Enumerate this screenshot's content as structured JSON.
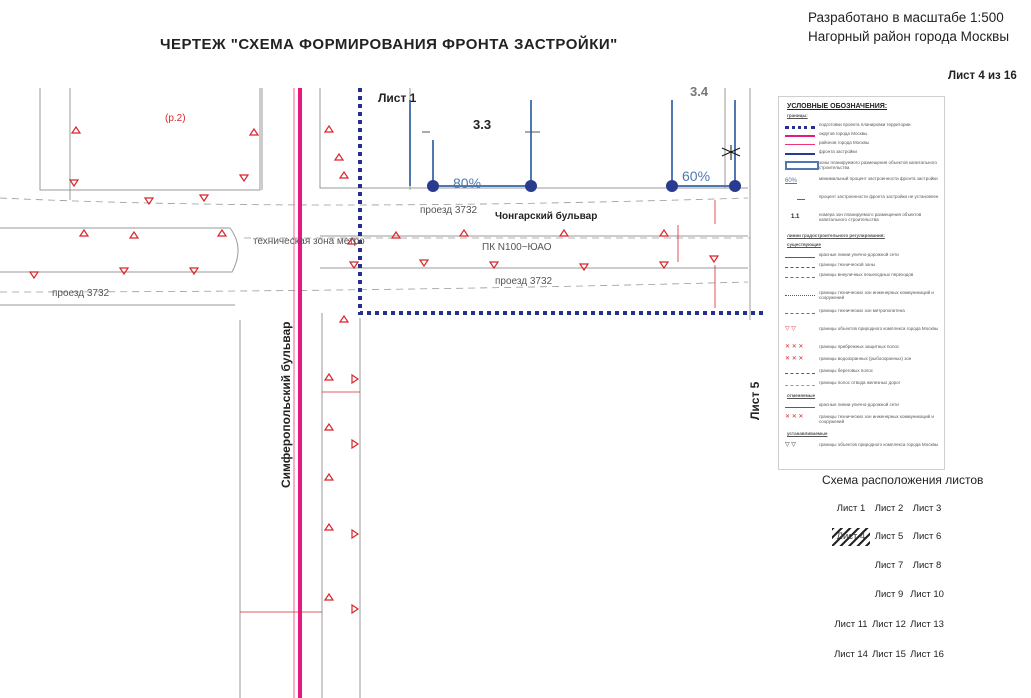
{
  "header": {
    "title": "ЧЕРТЕЖ \"СХЕМА ФОРМИРОВАНИЯ ФРОНТА ЗАСТРОЙКИ\"",
    "scale_line1": "Разработано в масштабе 1:500",
    "scale_line2": "Нагорный район города Москвы",
    "sheet_number": "Лист 4 из 16"
  },
  "map": {
    "sheet1_label": "Лист 1",
    "sheet5_label": "Лист 5",
    "simferopol_blvd": "Симферопольский бульвар",
    "chongar_blvd": "Чонгарский бульвар",
    "zone_33": "3.3",
    "zone_34": "3.4",
    "pct_80": "80%",
    "pct_60": "60%",
    "proezd_top": "проезд 3732",
    "proezd_mid": "проезд 3732",
    "proezd_left": "проезд 3732",
    "tech_zone": "техническая зона метро",
    "pk_label": "ПК N100~ЮАО",
    "p2_label": "(р.2)"
  },
  "legend": {
    "title": "УСЛОВНЫЕ ОБОЗНАЧЕНИЯ:",
    "subtitle": "границы:",
    "items": [
      {
        "text": "подготовки проекта планировки территории"
      },
      {
        "text": "округов города Москвы"
      },
      {
        "text": "районов города Москвы"
      },
      {
        "text": "фронта застройки"
      },
      {
        "text": "зоны планируемого размещения объектов капитального строительства"
      },
      {
        "text": "минимальный процент застроенности фронта застройки"
      },
      {
        "text": "процент застроенности фронта застройки не установлен"
      },
      {
        "text": "номера зон планируемого размещения объектов капитального строительства"
      }
    ],
    "sec_red": "линии градостроительного регулирования:",
    "sec_existing": "существующие",
    "existing_items": [
      {
        "text": "красные линии улично-дорожной сети"
      },
      {
        "text": "границы технической зоны"
      },
      {
        "text": "границы внеуличных пешеходных переходов"
      },
      {
        "text": "границы технических зон инженерных коммуникаций и сооружений"
      },
      {
        "text": "границы технических зон метрополитена"
      },
      {
        "text": "границы объектов природного комплекса города Москвы"
      },
      {
        "text": "границы прибрежных защитных полос"
      },
      {
        "text": "границы водоохранных (рыбоохранных) зон"
      },
      {
        "text": "границы береговых полос"
      },
      {
        "text": "границы полос отвода железных дорог"
      }
    ],
    "sec_cancelled": "отменяемые",
    "cancelled_items": [
      {
        "text": "красные линии улично-дорожной сети"
      },
      {
        "text": "границы технических зон инженерных коммуникаций и сооружений"
      }
    ],
    "sec_established": "устанавливаемые",
    "established_items": [
      {
        "text": "границы объектов природного комплекса города Москвы"
      }
    ],
    "scale_symbol": "1.1",
    "pct_symbol": "60%"
  },
  "sheet_grid": {
    "title": "Схема расположения листов",
    "cells": [
      {
        "label": "Лист 1",
        "hatched": false
      },
      {
        "label": "Лист 2",
        "hatched": false
      },
      {
        "label": "Лист 3",
        "hatched": false
      },
      {
        "label": "Лист 4",
        "hatched": true
      },
      {
        "label": "Лист 5",
        "hatched": false
      },
      {
        "label": "Лист 6",
        "hatched": false
      },
      {
        "label": "Лист 7",
        "hatched": false
      },
      {
        "label": "Лист 8",
        "hatched": false
      },
      {
        "label": "Лист 9",
        "hatched": false
      },
      {
        "label": "Лист 10",
        "hatched": false
      },
      {
        "label": "Лист 11",
        "hatched": false
      },
      {
        "label": "Лист 12",
        "hatched": false
      },
      {
        "label": "Лист 13",
        "hatched": false
      },
      {
        "label": "Лист 14",
        "hatched": false
      },
      {
        "label": "Лист 15",
        "hatched": false
      },
      {
        "label": "Лист 16",
        "hatched": false
      }
    ]
  },
  "colors": {
    "district_border": "#e8197e",
    "frontage": "#2a3b8f",
    "zone_line": "#4f78b0",
    "red_line": "#d9262c"
  }
}
